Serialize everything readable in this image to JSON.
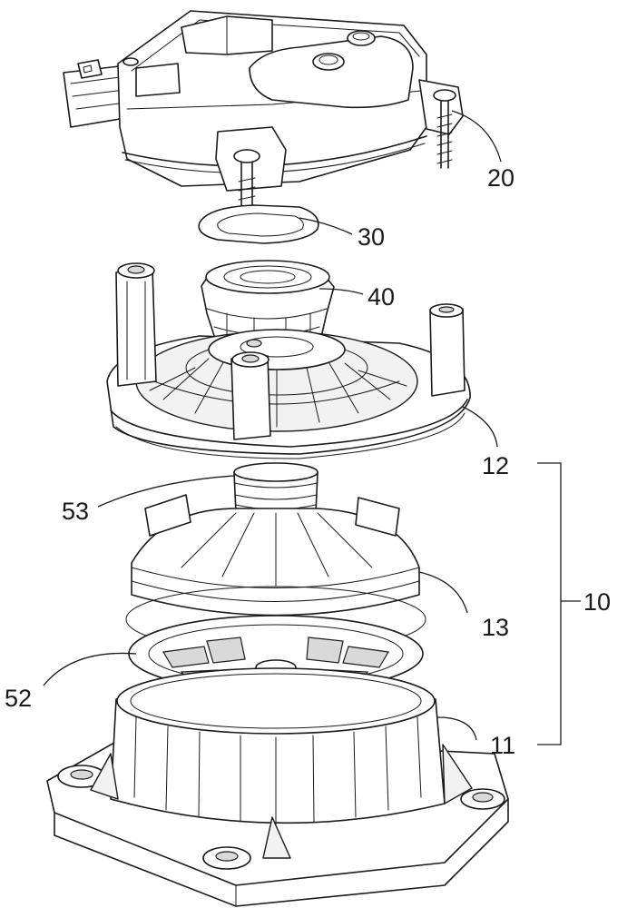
{
  "labels": {
    "part_20": "20",
    "part_30": "30",
    "part_40": "40",
    "part_12": "12",
    "part_53": "53",
    "part_10": "10",
    "part_13": "13",
    "part_52": "52",
    "part_11": "11"
  },
  "colors": {
    "line": "#1a1a1a",
    "background": "#ffffff",
    "shade": "#d9d9d9"
  }
}
